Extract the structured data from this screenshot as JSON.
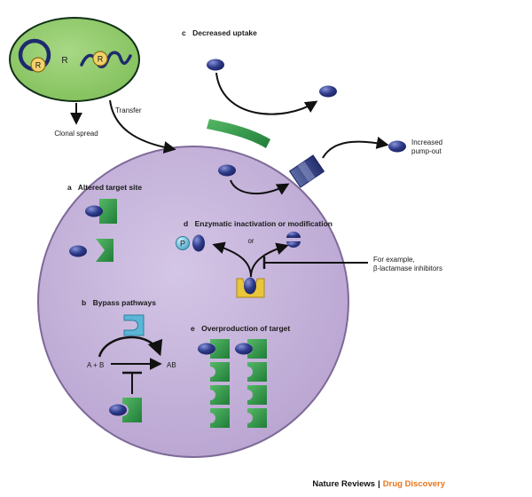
{
  "bacterium": {
    "plasmid_label": "R",
    "chromosome_label": "R",
    "gene_label": "R"
  },
  "labels": {
    "clonal_spread": "Clonal spread",
    "transfer": "Transfer",
    "decreased_uptake": {
      "letter": "c",
      "text": "Decreased uptake"
    },
    "increased_pump_out": [
      "Increased",
      "pump-out"
    ],
    "altered_target_site": {
      "letter": "a",
      "text": "Altered target site"
    },
    "enzymatic": {
      "letter": "d",
      "text": "Enzymatic inactivation or modification"
    },
    "or_label": "or",
    "phosphate_label": "P",
    "for_example": [
      "For example,",
      "β-lactamase inhibitors"
    ],
    "bypass_pathways": {
      "letter": "b",
      "text": "Bypass pathways"
    },
    "reaction_left": "A + B",
    "reaction_right": "AB",
    "overproduction": {
      "letter": "e",
      "text": "Overproduction of target"
    }
  },
  "credit": {
    "publisher": "Nature Reviews",
    "separator": "|",
    "journal": "Drug Discovery"
  },
  "colors": {
    "cell_fill": "#c7b5dc",
    "cell_stroke": "#7e6a98",
    "bacterium_fill": "#8fc968",
    "target_green": "#2f9a48",
    "drug_navy": "#2e3a86",
    "enzyme_yellow": "#e9c53a",
    "bypass_cyan": "#5bb6d6",
    "journal_orange": "#e8761e"
  }
}
